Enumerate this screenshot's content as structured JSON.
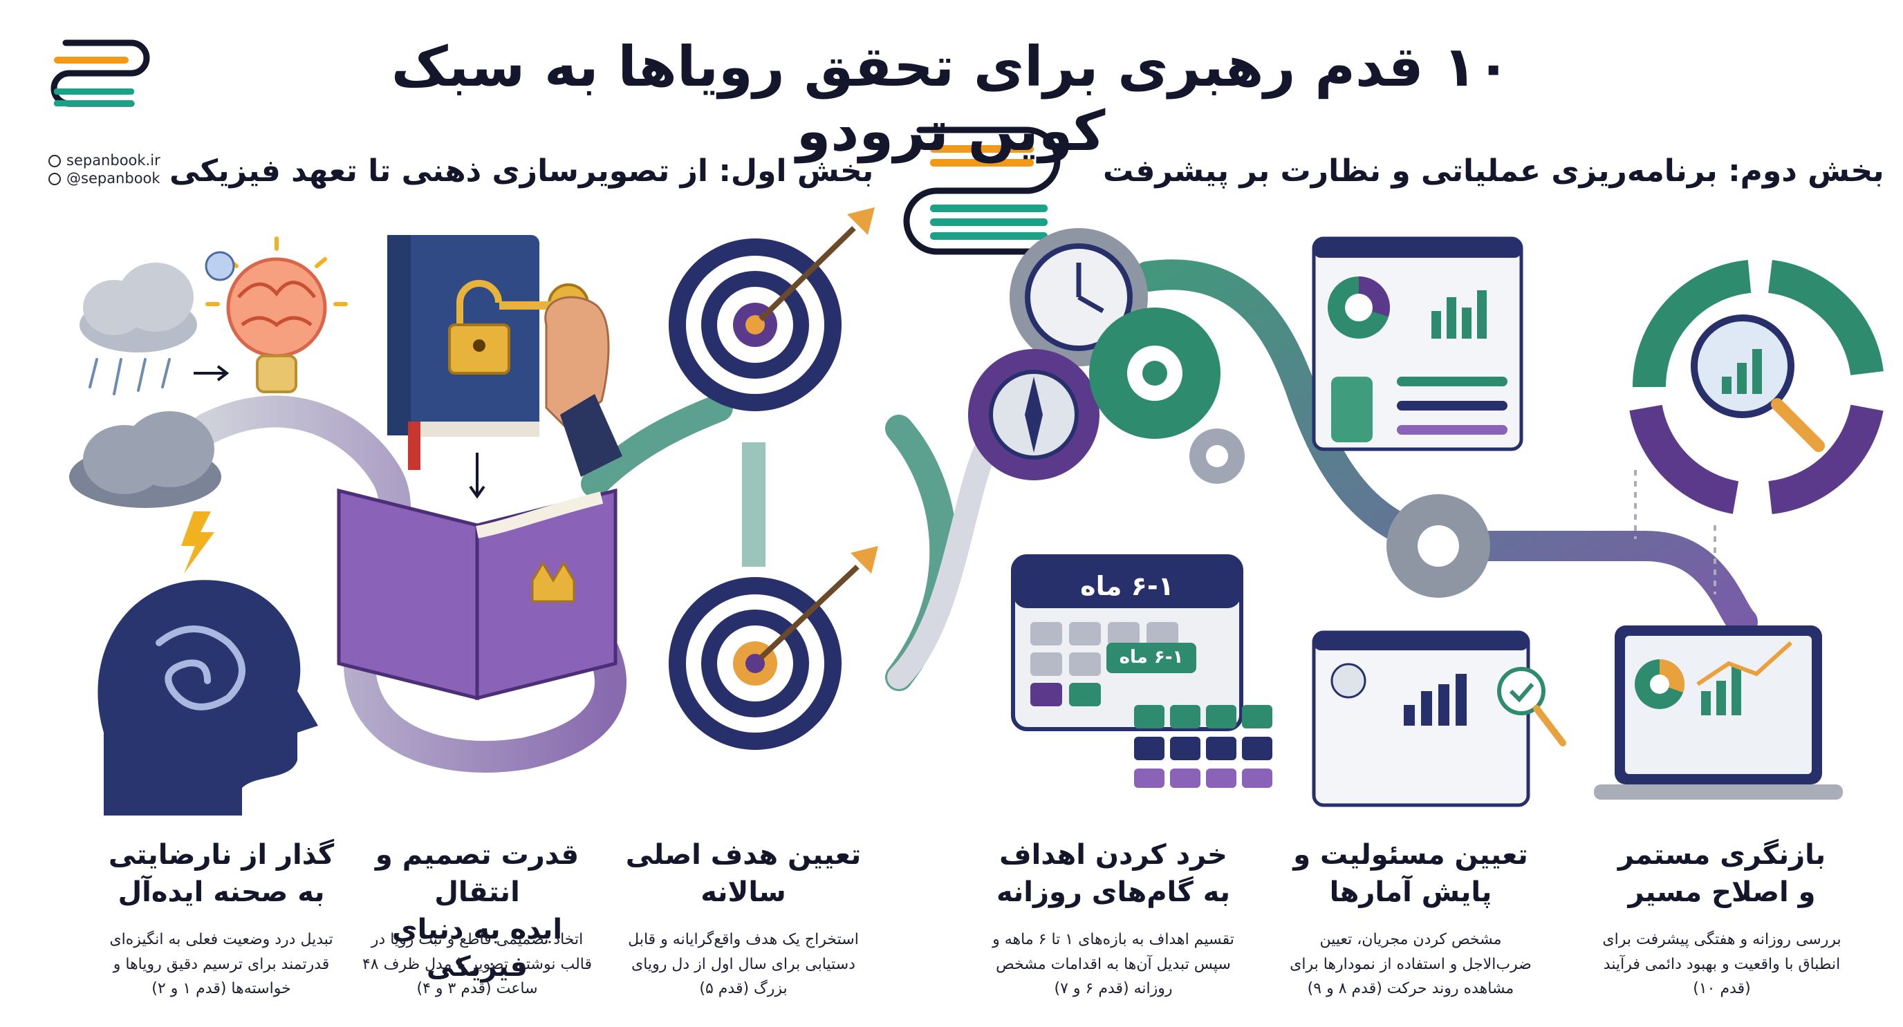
{
  "title": "۱۰ قدم رهبری برای تحقق رویاها به سبک کوین ترودو",
  "brand": {
    "website": "sepanbook.ir",
    "handle": "@sepanbook",
    "logo_colors": [
      "#f29a17",
      "#14162b",
      "#1aa187"
    ]
  },
  "sections": {
    "part1": "بخش اول: از تصویرسازی ذهنی تا تعهد فیزیکی",
    "part2": "بخش دوم: برنامه‌ریزی عملیاتی و نظارت بر پیشرفت"
  },
  "calendar_labels": {
    "big": "۶-۱ ماه",
    "small": "۶-۱ ماه"
  },
  "steps": [
    {
      "heading_1": "گذار از نارضایتی",
      "heading_2": "به صحنه ایده‌آل",
      "desc_1": "تبدیل درد وضعیت فعلی به انگیزه‌ای",
      "desc_2": "قدرتمند برای ترسیم دقیق رویاها و",
      "desc_3": "خواسته‌ها (قدم ۱ و ۲)"
    },
    {
      "heading_1": "قدرت تصمیم و انتقال",
      "heading_2": "ایده به دنیای فیزیکی",
      "desc_1": "اتخاذ تصمیمی قاطع و ثبت رویا در",
      "desc_2": "قالب نوشته، تصویر یا مدل ظرف ۴۸",
      "desc_3": "ساعت (قدم ۳ و ۴)"
    },
    {
      "heading_1": "تعیین هدف اصلی",
      "heading_2": "سالانه",
      "desc_1": "استخراج یک هدف واقع‌گرایانه و قابل",
      "desc_2": "دستیابی برای سال اول از دل رویای",
      "desc_3": "بزرگ (قدم ۵)"
    },
    {
      "heading_1": "خرد کردن اهداف",
      "heading_2": "به گام‌های روزانه",
      "desc_1": "تقسیم اهداف به بازه‌های ۱ تا ۶ ماهه و",
      "desc_2": "سپس تبدیل آن‌ها به اقدامات مشخص",
      "desc_3": "روزانه (قدم ۶ و ۷)"
    },
    {
      "heading_1": "تعیین مسئولیت و",
      "heading_2": "پایش آمارها",
      "desc_1": "مشخص کردن مجریان، تعیین",
      "desc_2": "ضرب‌الاجل و استفاده از نمودارها برای",
      "desc_3": "مشاهده روند حرکت (قدم ۸ و ۹)"
    },
    {
      "heading_1": "بازنگری مستمر",
      "heading_2": "و اصلاح مسیر",
      "desc_1": "بررسی روزانه و هفتگی پیشرفت برای",
      "desc_2": "انطباق با واقعیت و بهبود دائمی فرآیند",
      "desc_3": "(قدم ۱۰)"
    }
  ],
  "palette": {
    "purple": "#5b3a8c",
    "green": "#2e8b6e",
    "navy": "#27306b",
    "orange": "#e8a13c",
    "gray": "#a9adb8"
  }
}
